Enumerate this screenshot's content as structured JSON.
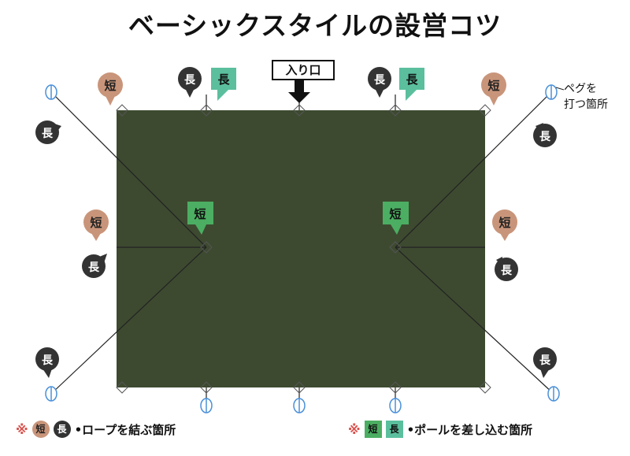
{
  "title": "ベーシックスタイルの設営コツ",
  "entrance_label": "入り口",
  "peg_note": [
    "ペグを",
    "打つ箇所"
  ],
  "short_label": "短",
  "long_label": "長",
  "legend": {
    "mark": "※",
    "rope_text": "•ロープを結ぶ箇所",
    "pole_text": "•ポールを差し込む箇所"
  },
  "colors": {
    "tent": "#3d4a30",
    "rope_short": "#c9957a",
    "rope_long": "#333333",
    "pole_short": "#4cae62",
    "pole_long": "#5bbf9e",
    "peg": "#4a90d9",
    "legend_mark": "#d9534f"
  }
}
